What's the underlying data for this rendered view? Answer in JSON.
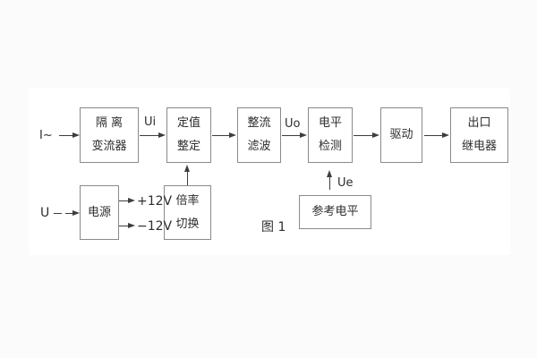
{
  "figure": {
    "caption": "图 1",
    "background_color": "#fbfbfb",
    "canvas_color": "#ffffff",
    "box_border_color": "#8a8a8a",
    "line_color": "#3d3d3d",
    "text_color": "#2d2d2d"
  },
  "blocks": {
    "isolation_transformer": {
      "line1": "隔 离",
      "line2": "变流器"
    },
    "setting_adjustment": {
      "line1": "定值",
      "line2": "整定"
    },
    "rectifier_filter": {
      "line1": "整流",
      "line2": "滤波"
    },
    "level_detection": {
      "line1": "电平",
      "line2": "检测"
    },
    "driver": {
      "line1": "驱动"
    },
    "output_relay": {
      "line1": "出口",
      "line2": "继电器"
    },
    "power_supply": {
      "line1": "电源"
    },
    "ratio_switch": {
      "line1": "倍率",
      "line2": "切换"
    },
    "reference_level": {
      "line1": "参考电平"
    }
  },
  "labels": {
    "input_current": "I~",
    "signal_ui": "Ui",
    "signal_uo": "Uo",
    "signal_ue": "Ue",
    "input_voltage": "U",
    "rail_plus_12v": "+12V",
    "rail_minus_12v": "−12V"
  }
}
